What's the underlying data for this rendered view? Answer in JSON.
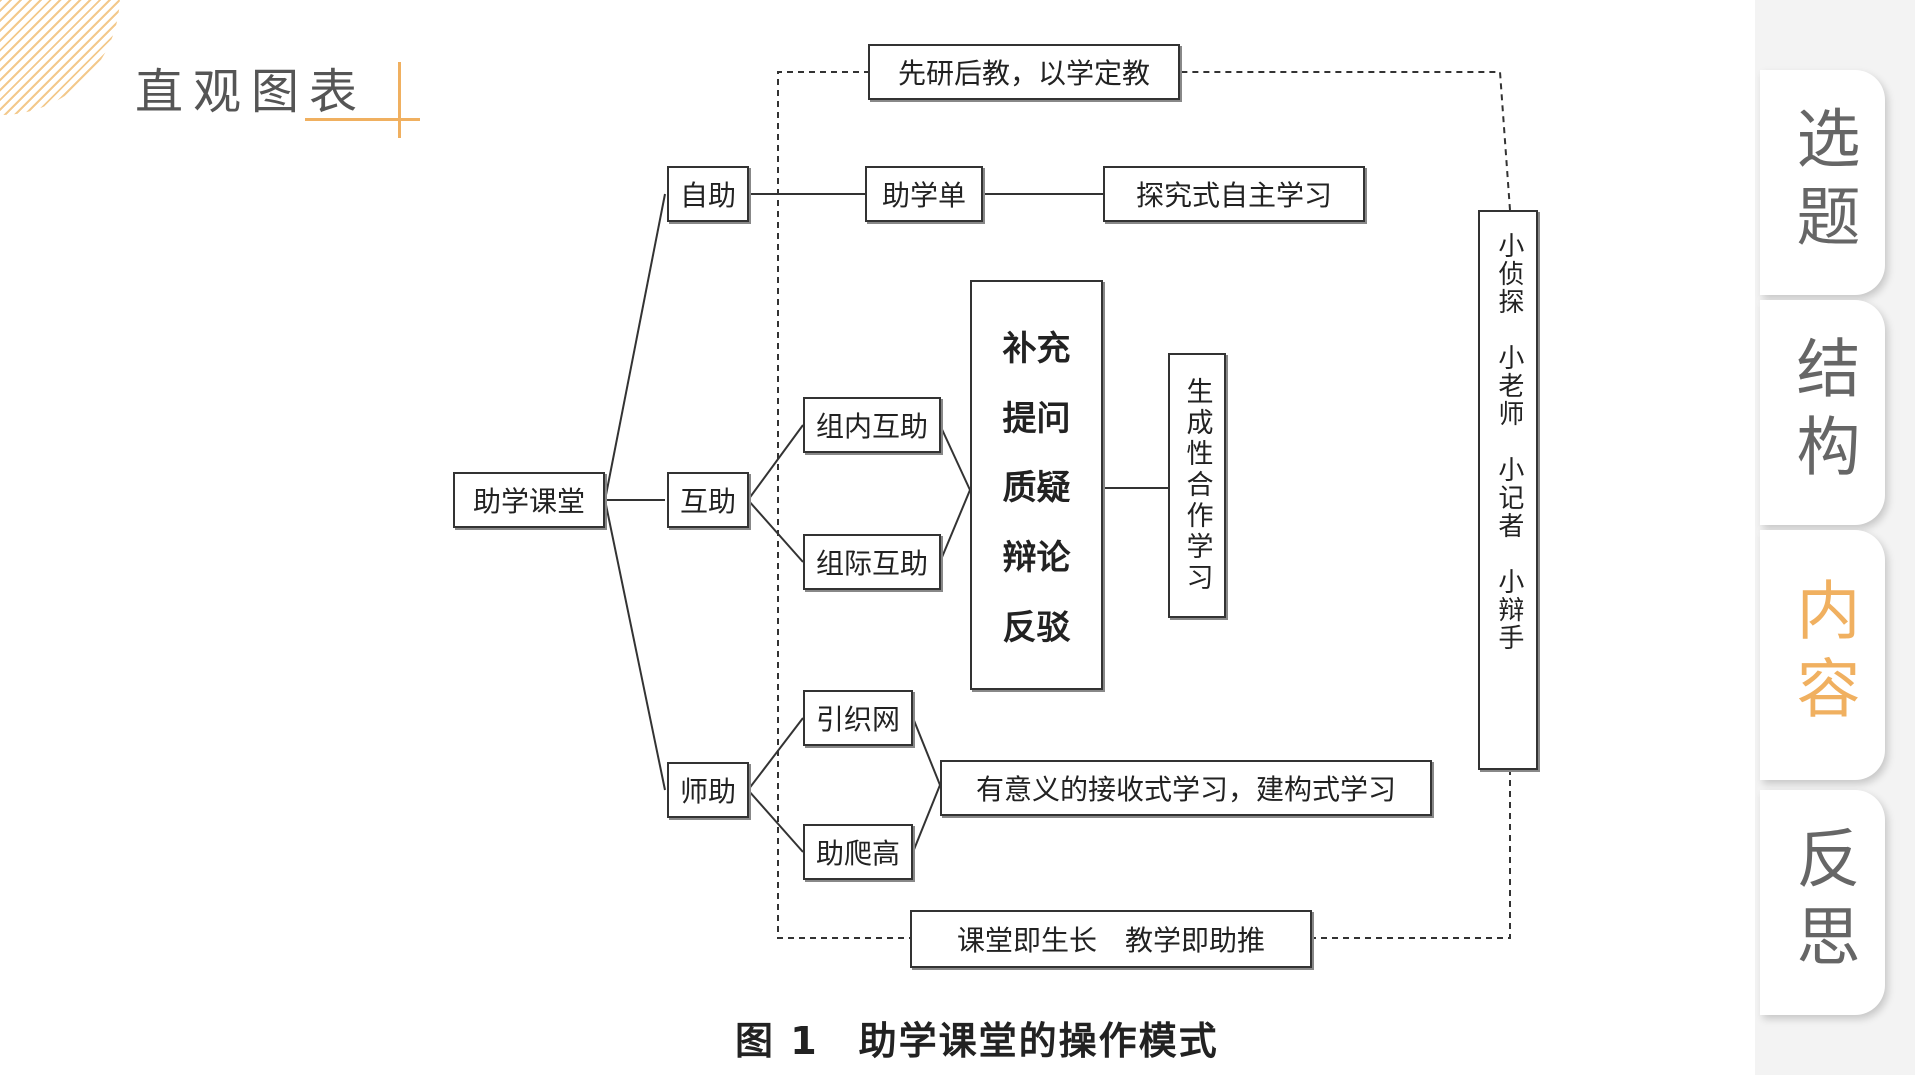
{
  "header": {
    "title": "直观图表"
  },
  "diagram": {
    "top_banner": "先研后教，以学定教",
    "bottom_banner": "课堂即生长　教学即助推",
    "root": "助学课堂",
    "branch_self": "自助",
    "self_sheet": "助学单",
    "self_outcome": "探究式自主学习",
    "branch_mutual": "互助",
    "mutual_group_in": "组内互助",
    "mutual_group_between": "组际互助",
    "activities": [
      "补充",
      "提问",
      "质疑",
      "辩论",
      "反驳"
    ],
    "mutual_outcome": "生成性合作学习",
    "branch_teacher": "师助",
    "teacher_guide": "引织网",
    "teacher_climb": "助爬高",
    "teacher_outcome": "有意义的接收式学习，建构式学习",
    "roles": "小侦探　小老师　小记者　小辩手"
  },
  "caption": "图 1　助学课堂的操作模式",
  "nav": {
    "tabs": [
      "选题",
      "结构",
      "内容",
      "反思"
    ],
    "active_index": 2,
    "active_color": "#f0b060"
  }
}
